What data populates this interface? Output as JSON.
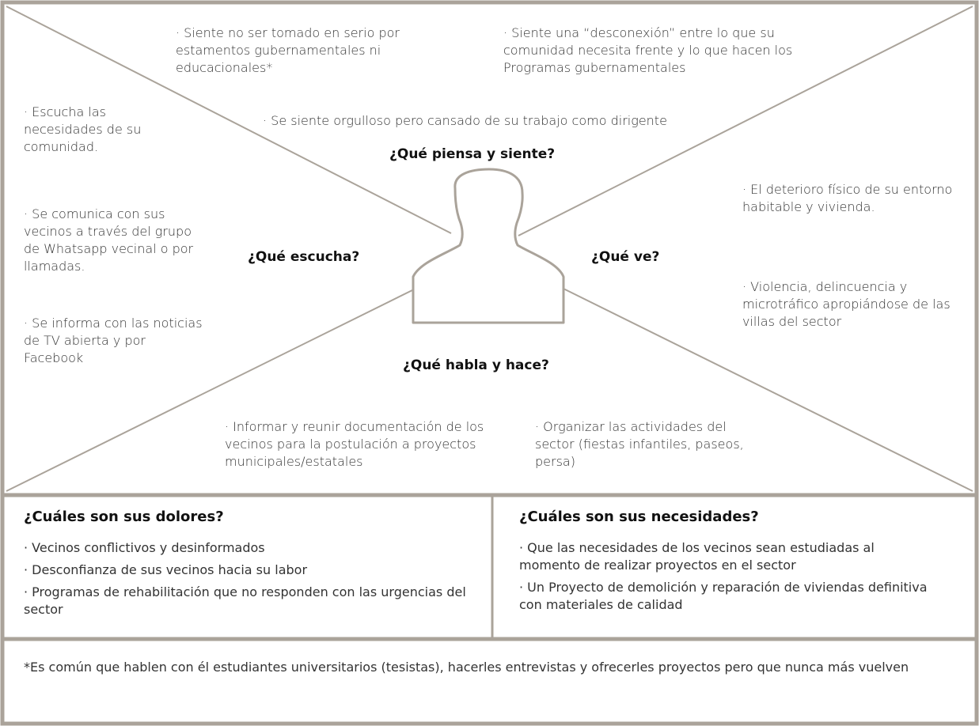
{
  "map": {
    "think_feel": {
      "title": "¿Qué piensa y siente?",
      "items": [
        "· Siente no ser tomado en serio por estamentos gubernamentales ni educacionales*",
        "· Siente una “desconexión” entre lo que su comunidad necesita frente y lo que hacen los Programas gubernamentales",
        "· Se siente orgulloso pero cansado de su trabajo como dirigente"
      ]
    },
    "hear": {
      "title": "¿Qué escucha?",
      "items": [
        "· Escucha las necesidades de su comunidad.",
        "· Se comunica con sus vecinos a través del grupo de Whatsapp vecinal o por llamadas.",
        "· Se informa con las noticias de TV abierta y por Facebook"
      ]
    },
    "see": {
      "title": "¿Qué ve?",
      "items": [
        "· El deterioro físico de su entorno habitable y vivienda.",
        "· Violencia, delincuencia y microtráfico apropiándose de las villas del sector"
      ]
    },
    "say_do": {
      "title": "¿Qué habla y hace?",
      "items": [
        "· Informar y reunir documentación de los vecinos para la postulación a proyectos municipales/estatales",
        "· Organizar las actividades del sector (fiestas infantiles, paseos, persa)"
      ]
    }
  },
  "pains": {
    "title": "¿Cuáles son sus dolores?",
    "items": [
      "· Vecinos conflictivos y desinformados",
      "· Desconfianza de sus vecinos hacia su labor",
      "· Programas de rehabilitación que no responden con las urgencias del sector"
    ]
  },
  "needs": {
    "title": "¿Cuáles son sus necesidades?",
    "items": [
      "· Que las necesidades de los vecinos sean estudiadas al momento de realizar proyectos en el sector",
      "· Un Proyecto de demolición y reparación de viviendas definitiva con materiales de calidad"
    ]
  },
  "footnote": "*Es común que hablen con él estudiantes universitarios (tesistas), hacerles entrevistas y ofrecerles proyectos pero que nunca más vuelven",
  "colors": {
    "border": "#aaa39a",
    "text": "#333333"
  }
}
